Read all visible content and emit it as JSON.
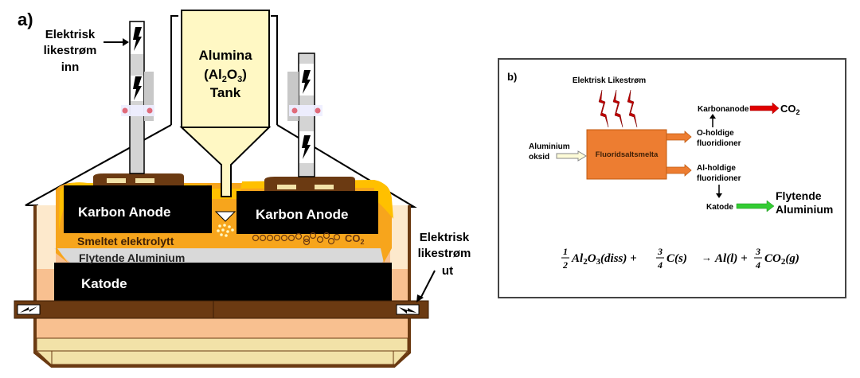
{
  "panel_a": {
    "label": "a)",
    "power_in": [
      "Elektrisk",
      "likestrøm",
      "inn"
    ],
    "power_out": [
      "Elektrisk",
      "likestrøm",
      "ut"
    ],
    "tank": {
      "line1": "Alumina",
      "line2_prefix": "(Al",
      "line2_sub1": "2",
      "line2_mid": "O",
      "line2_sub2": "3",
      "line2_suffix": ")",
      "line3": "Tank"
    },
    "anode_left": "Karbon Anode",
    "anode_right": "Karbon Anode",
    "electrolyte": "Smeltet elektrolytt",
    "co2": {
      "main": "CO",
      "sub": "2"
    },
    "aluminium": "Flytende Aluminium",
    "cathode": "Katode",
    "colors": {
      "anode": "#000000",
      "electrolyte": "#f7a51c",
      "crust": "#ffc000",
      "aluminium": "#d9d9d9",
      "collector": "#6b3a12",
      "lining": "#f8c090",
      "base": "#f2e2a8",
      "tank": "#fff8c4",
      "rod": "#d4d4d4",
      "clamp_dot": "#e06a7a"
    }
  },
  "panel_b": {
    "label": "b)",
    "power_label": "Elektrisk Likestrøm",
    "input": [
      "Aluminium",
      "oksid"
    ],
    "box_label": "Fluoridsaltsmelta",
    "o_ions": [
      "O-holdige",
      "fluoridioner"
    ],
    "al_ions": [
      "Al-holdige",
      "fluoridioner"
    ],
    "carbon_anode": "Karbonanode",
    "co2": {
      "main": "CO",
      "sub": "2"
    },
    "cathode": "Katode",
    "product": [
      "Flytende",
      "Aluminium"
    ],
    "equation": {
      "f1_num": "1",
      "f1_den": "2",
      "t1": "Al",
      "t1_s1": "2",
      "t1_m": "O",
      "t1_s2": "3",
      "t1_end": "(diss) +",
      "f2_num": "3",
      "f2_den": "4",
      "t2": "C(s)",
      "arrow": "→",
      "t3": "Al(l) +",
      "f3_num": "3",
      "f3_den": "4",
      "t4": "CO",
      "t4_s": "2",
      "t4_end": "(g)"
    },
    "colors": {
      "box": "#ed7d31",
      "bolt": "#c00000",
      "red_arrow": "#e00000",
      "green_arrow": "#33cc33",
      "input_arrow": "#fdfbd8"
    }
  }
}
